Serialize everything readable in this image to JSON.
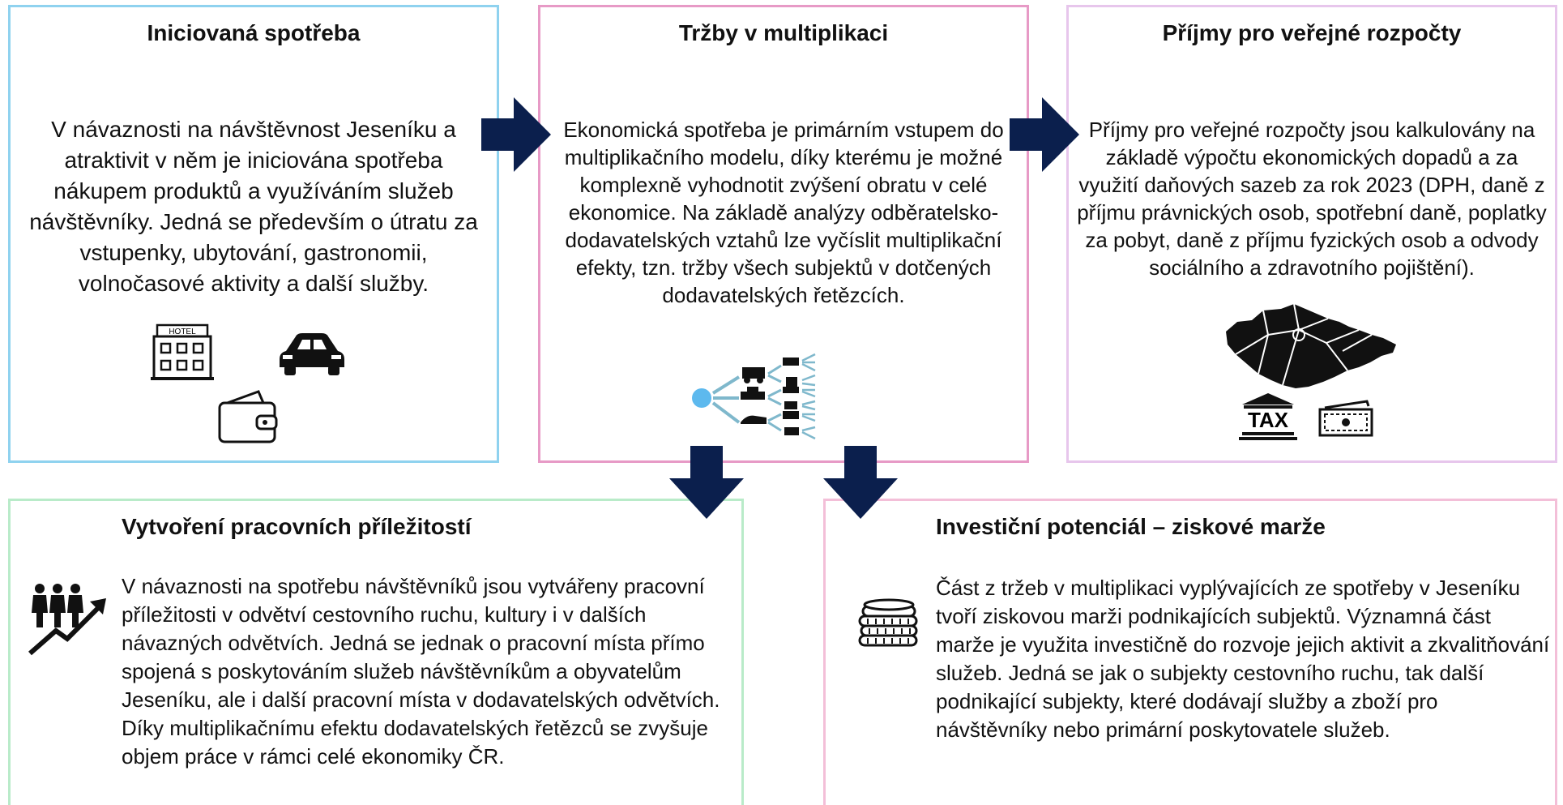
{
  "boxes": {
    "consumption": {
      "title": "Iniciovaná spotřeba",
      "text": "V návaznosti na návštěvnost Jeseníku a atraktivit v něm je iniciována spotřeba nákupem produktů a využíváním služeb návštěvníky. Jedná se především o útratu za vstupenky, ubytování, gastronomii, volnočasové aktivity a další služby.",
      "hotel_sign": "HOTEL"
    },
    "sales": {
      "title": "Tržby v multiplikaci",
      "text": "Ekonomická spotřeba je primárním vstupem do multiplikačního modelu, díky kterému je možné komplexně vyhodnotit zvýšení obratu v celé ekonomice. Na základě analýzy odběratelsko-dodavatelských vztahů lze vyčíslit multiplikační efekty, tzn. tržby všech subjektů v dotčených dodavatelských řetězcích."
    },
    "budget": {
      "title": "Příjmy pro veřejné rozpočty",
      "text": "Příjmy pro veřejné rozpočty jsou kalkulovány na základě výpočtu ekonomických dopadů a za využití daňových sazeb za rok 2023 (DPH, daně z příjmu právnických osob, spotřební daně, poplatky za pobyt, daně z příjmu fyzických osob a odvody sociálního a zdravotního pojištění).",
      "tax_label": "TAX"
    },
    "jobs": {
      "title": "Vytvoření pracovních příležitostí",
      "text": "V návaznosti na spotřebu návštěvníků jsou vytvářeny pracovní příležitosti v odvětví cestovního ruchu, kultury i v dalších návazných odvětvích. Jedná se jednak o pracovní místa přímo spojená s poskytováním služeb návštěvníkům a obyvatelům Jeseníku, ale i další pracovní místa v dodavatelských odvětvích. Díky multiplikačnímu efektu dodavatelských řetězců se zvyšuje objem práce v rámci celé ekonomiky ČR."
    },
    "investment": {
      "title": "Investiční potenciál – ziskové marže",
      "text": "Část z tržeb v multiplikaci vyplývajících ze spotřeby v Jeseníku tvoří ziskovou marži podnikajících subjektů. Významná část marže je využita investičně do rozvoje jejich aktivit a zkvalitňování služeb. Jedná se jak o subjekty cestovního ruchu, tak další podnikající subjekty, které dodávají služby a zboží pro návštěvníky nebo primární poskytovatele služeb."
    }
  },
  "colors": {
    "arrow": "#0b1f4d",
    "box1_border": "#8fd2ef",
    "box2_border": "#e79ac6",
    "box3_border": "#e7c6ec",
    "box4_border": "#b9ebc9",
    "box5_border": "#f3bfd8",
    "network_node": "#5db9ee",
    "network_lines": "#7fb8cc"
  },
  "icons": [
    "hotel-icon",
    "car-icon",
    "wallet-icon",
    "supply-network-icon",
    "czech-map-icon",
    "tax-building-icon",
    "banknote-icon",
    "workers-growth-icon",
    "coins-stack-icon"
  ]
}
